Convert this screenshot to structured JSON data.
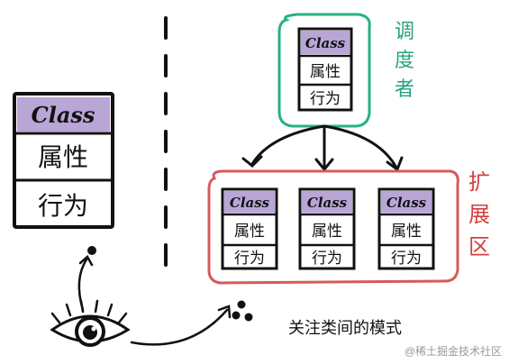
{
  "left_class": {
    "header": "Class",
    "attr": "属性",
    "behavior": "行为"
  },
  "dispatcher": {
    "header": "Class",
    "attr": "属性",
    "behavior": "行为",
    "label_chars": [
      "调",
      "度",
      "者"
    ]
  },
  "extensions": {
    "label_chars": [
      "扩",
      "展",
      "区"
    ],
    "items": [
      {
        "header": "Class",
        "attr": "属性",
        "behavior": "行为"
      },
      {
        "header": "Class",
        "attr": "属性",
        "behavior": "行为"
      },
      {
        "header": "Class",
        "attr": "属性",
        "behavior": "行为"
      }
    ]
  },
  "caption": "关注类间的模式",
  "watermark": "@稀土掘金技术社区",
  "colors": {
    "class_header": "#b9a5d6",
    "dispatcher_frame": "#27b08a",
    "extension_frame": "#d85a5a",
    "dispatcher_label": "#27a37f",
    "extension_label": "#d23f3f",
    "ink": "#111111"
  }
}
